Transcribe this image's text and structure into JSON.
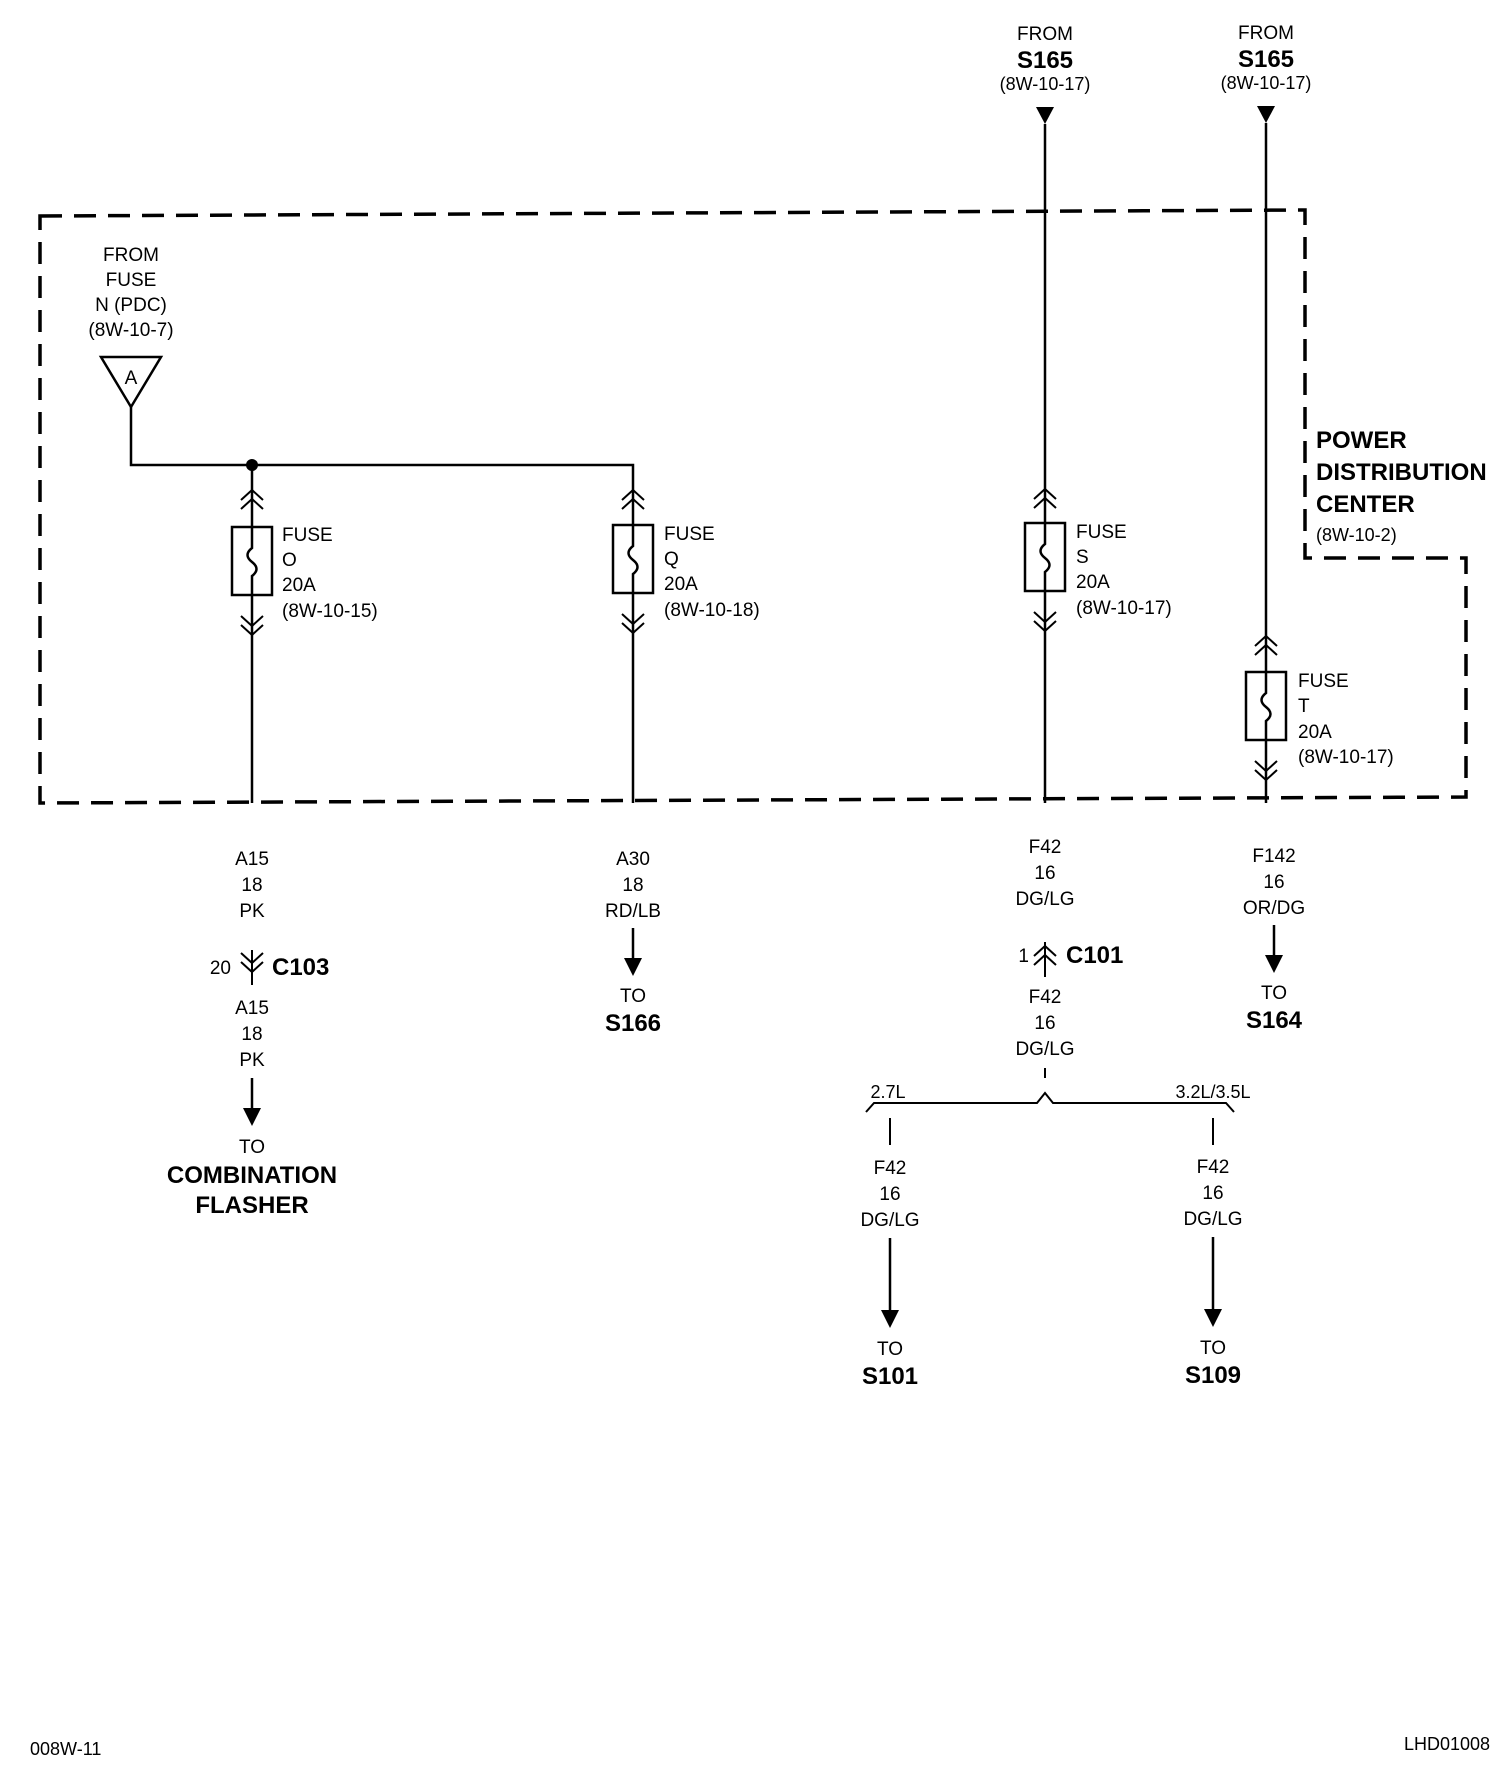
{
  "pdc": {
    "title_line1": "POWER",
    "title_line2": "DISTRIBUTION",
    "title_line3": "CENTER",
    "ref": "(8W-10-2)"
  },
  "source_a": {
    "line1": "FROM",
    "line2": "FUSE",
    "line3": "N (PDC)",
    "ref": "(8W-10-7)",
    "connector_letter": "A"
  },
  "feed_s165_left": {
    "from": "FROM",
    "splice": "S165",
    "ref": "(8W-10-17)"
  },
  "feed_s165_right": {
    "from": "FROM",
    "splice": "S165",
    "ref": "(8W-10-17)"
  },
  "fuses": [
    {
      "label": "FUSE",
      "id": "O",
      "rating": "20A",
      "ref": "(8W-10-15)"
    },
    {
      "label": "FUSE",
      "id": "Q",
      "rating": "20A",
      "ref": "(8W-10-18)"
    },
    {
      "label": "FUSE",
      "id": "S",
      "rating": "20A",
      "ref": "(8W-10-17)"
    },
    {
      "label": "FUSE",
      "id": "T",
      "rating": "20A",
      "ref": "(8W-10-17)"
    }
  ],
  "circuit_a15": {
    "upper": {
      "circuit": "A15",
      "gauge": "18",
      "color": "PK"
    },
    "connector": {
      "pin": "20",
      "name": "C103"
    },
    "lower": {
      "circuit": "A15",
      "gauge": "18",
      "color": "PK"
    },
    "dest_to": "TO",
    "dest_line1": "COMBINATION",
    "dest_line2": "FLASHER"
  },
  "circuit_a30": {
    "circuit": "A30",
    "gauge": "18",
    "color": "RD/LB",
    "dest_to": "TO",
    "dest": "S166"
  },
  "circuit_f42": {
    "upper": {
      "circuit": "F42",
      "gauge": "16",
      "color": "DG/LG"
    },
    "connector": {
      "pin": "1",
      "name": "C101"
    },
    "lower": {
      "circuit": "F42",
      "gauge": "16",
      "color": "DG/LG"
    },
    "branch_left_label": "2.7L",
    "branch_right_label": "3.2L/3.5L",
    "left": {
      "circuit": "F42",
      "gauge": "16",
      "color": "DG/LG",
      "dest_to": "TO",
      "dest": "S101"
    },
    "right": {
      "circuit": "F42",
      "gauge": "16",
      "color": "DG/LG",
      "dest_to": "TO",
      "dest": "S109"
    }
  },
  "circuit_f142": {
    "circuit": "F142",
    "gauge": "16",
    "color": "OR/DG",
    "dest_to": "TO",
    "dest": "S164"
  },
  "footer": {
    "page_ref": "008W-11",
    "figure_id": "LHD01008"
  }
}
